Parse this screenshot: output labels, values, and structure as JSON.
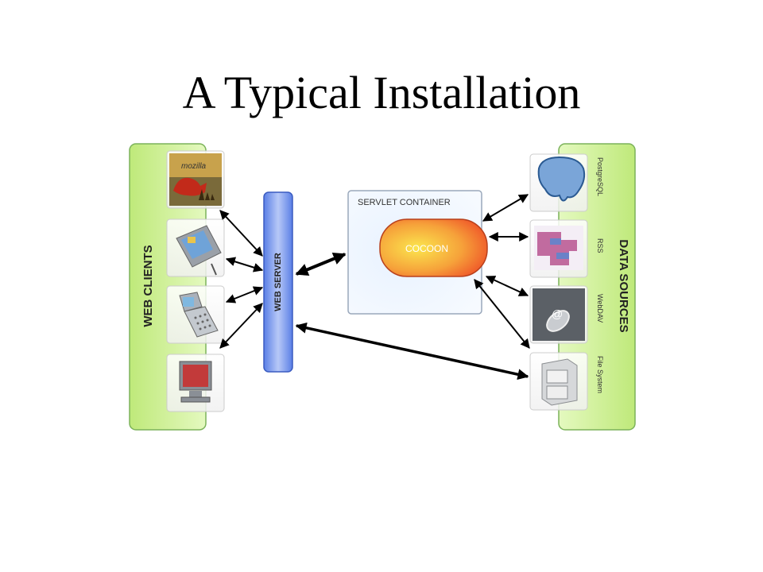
{
  "slide": {
    "title": "A Typical Installation"
  },
  "diagram": {
    "web_clients_label": "WEB CLIENTS",
    "web_server_label": "WEB SERVER",
    "servlet_container_label": "SERVLET CONTAINER",
    "cocoon_label": "COCOON",
    "data_sources_label": "DATA SOURCES",
    "clients": [
      {
        "name": "mozilla-browser",
        "logo_text": "mozilla"
      },
      {
        "name": "pda-device"
      },
      {
        "name": "mobile-phone"
      },
      {
        "name": "desktop-computer"
      }
    ],
    "sources": [
      {
        "name": "postgresql",
        "label": "PostgreSQL"
      },
      {
        "name": "rss",
        "label": "RSS"
      },
      {
        "name": "webdav",
        "label": "WebDAV"
      },
      {
        "name": "file-system",
        "label": "File System"
      }
    ],
    "colors": {
      "panel_green": "#c9f08a",
      "panel_border": "#6aa84f",
      "server_blue": "#7a9cf0",
      "cocoon_orange": "#f26a2a",
      "cocoon_yellow": "#fbe24a"
    }
  }
}
